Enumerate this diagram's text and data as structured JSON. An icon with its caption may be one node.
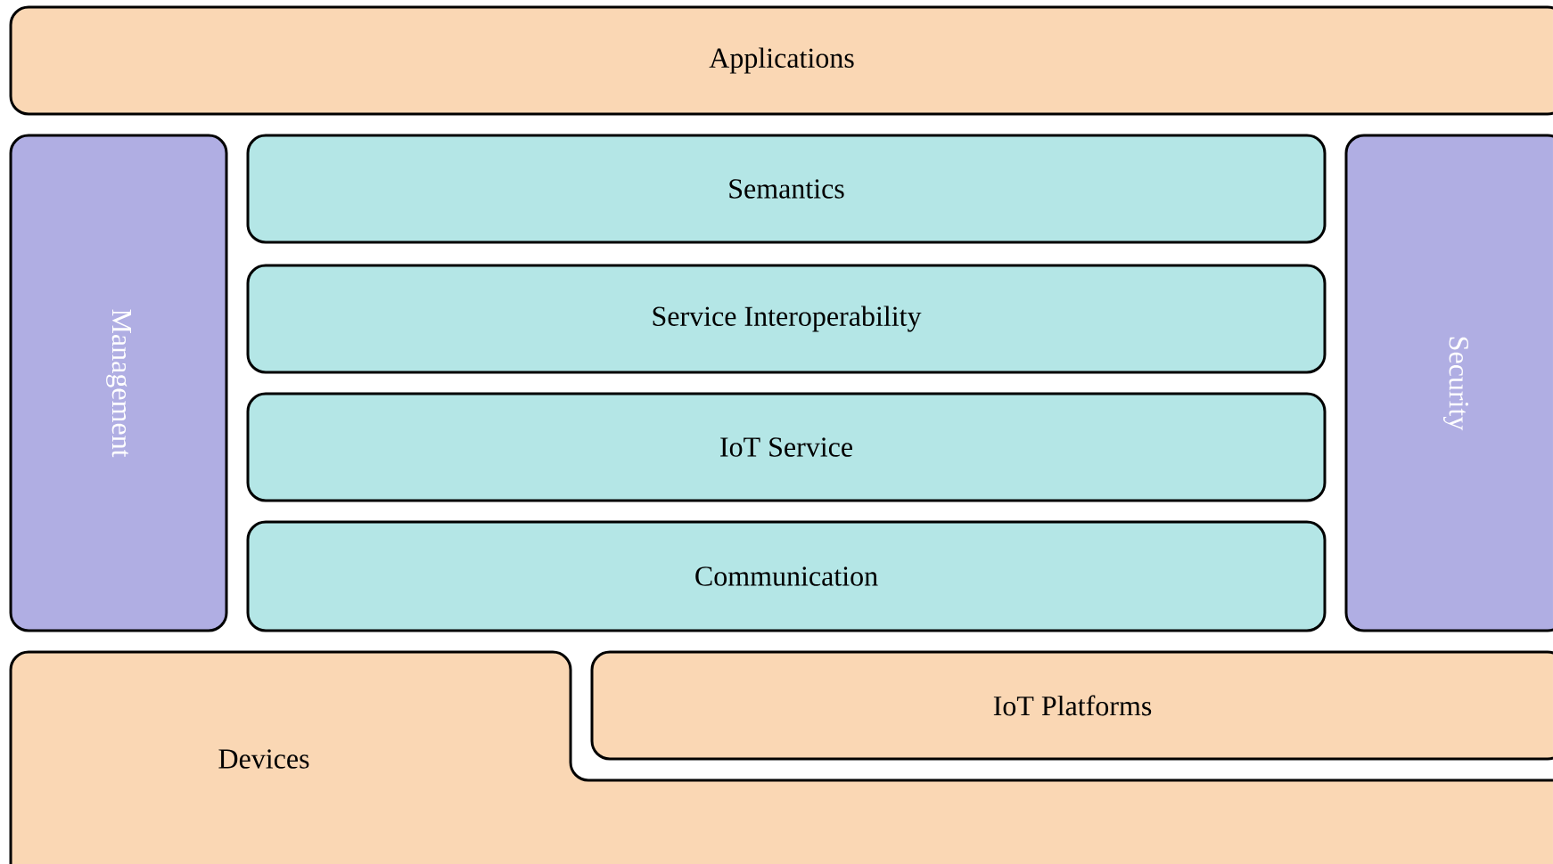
{
  "diagram": {
    "nodes": [
      {
        "text": [
          "Applications"
        ]
      },
      {
        "text": [
          "Management"
        ]
      },
      {
        "text": [
          "Semantics"
        ]
      },
      {
        "text": [
          "Service Interoperability"
        ]
      },
      {
        "text": [
          "IoT Service"
        ]
      },
      {
        "text": [
          "Communication"
        ]
      },
      {
        "text": [
          "Security"
        ]
      },
      {
        "text": [
          "Devices"
        ]
      },
      {
        "text": [
          "IoT Platforms"
        ]
      }
    ]
  }
}
